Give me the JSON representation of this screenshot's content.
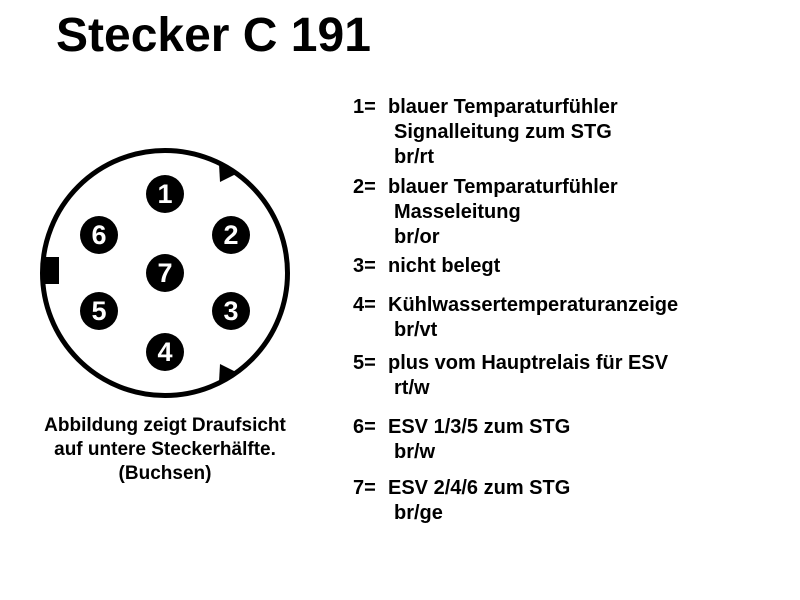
{
  "title": "Stecker C 191",
  "diagram": {
    "pin_labels": [
      "1",
      "2",
      "3",
      "4",
      "5",
      "6",
      "7"
    ],
    "caption_lines": [
      "Abbildung zeigt Draufsicht",
      "auf untere Steckerhälfte.",
      "(Buchsen)"
    ]
  },
  "legend": {
    "entries": [
      {
        "num": "1=",
        "lines": [
          "blauer Temparaturfühler",
          "Signalleitung zum STG",
          "br/rt"
        ]
      },
      {
        "num": "2=",
        "lines": [
          "blauer Temparaturfühler",
          "Masseleitung",
          "br/or"
        ]
      },
      {
        "num": "3=",
        "lines": [
          "nicht belegt"
        ]
      },
      {
        "num": "4=",
        "lines": [
          "Kühlwassertemperaturanzeige",
          "br/vt"
        ]
      },
      {
        "num": "5=",
        "lines": [
          "plus vom Hauptrelais für ESV",
          "rt/w"
        ]
      },
      {
        "num": "6=",
        "lines": [
          "ESV 1/3/5 zum STG",
          "br/w"
        ]
      },
      {
        "num": "7=",
        "lines": [
          "ESV 2/4/6 zum STG",
          "br/ge"
        ]
      }
    ]
  },
  "colors": {
    "ink": "#000000",
    "background": "#ffffff",
    "pin_fill": "#000000",
    "pin_text": "#ffffff"
  }
}
